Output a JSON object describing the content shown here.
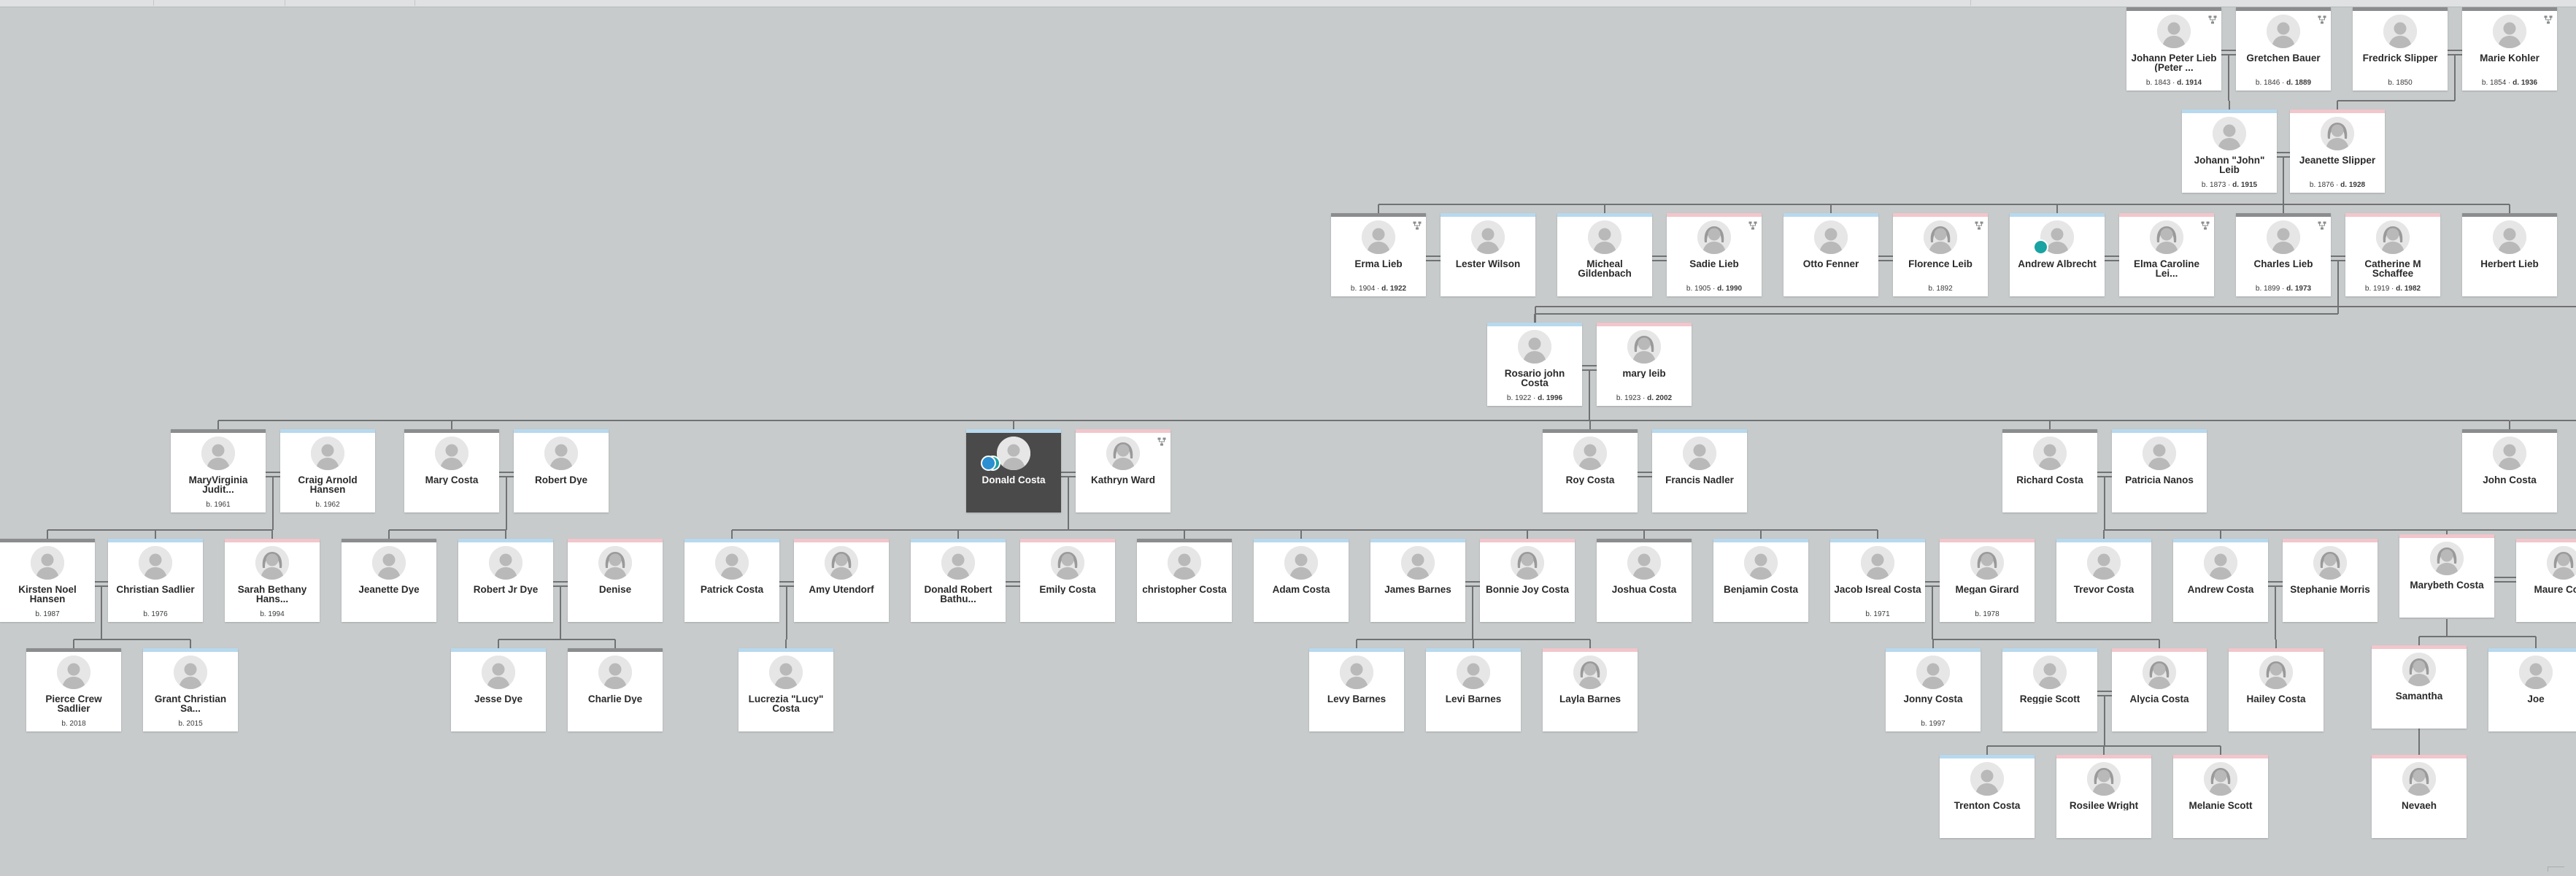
{
  "colors": {
    "background": "#c8cbcc",
    "male": "#b7d9ee",
    "female": "#f2c6cc",
    "unknown": "#8a8c8e",
    "line": "#707274",
    "selected": "#4a4a4a"
  },
  "icons": {
    "avatar": "person-silhouette-icon",
    "hint": "family-tree-hint-icon"
  },
  "people": {
    "johann_peter": {
      "name": "Johann Peter Lieb (Peter ...",
      "birth": "b. 1843",
      "death": "d. 1914"
    },
    "gretchen": {
      "name": "Gretchen Bauer",
      "birth": "b. 1846",
      "death": "d. 1889"
    },
    "fredrick": {
      "name": "Fredrick Slipper",
      "birth": "b. 1850"
    },
    "marie": {
      "name": "Marie Kohler",
      "birth": "b. 1854",
      "death": "d. 1936"
    },
    "johann_john": {
      "name": "Johann \"John\" Leib",
      "birth": "b. 1873",
      "death": "d. 1915"
    },
    "jeanette_s": {
      "name": "Jeanette Slipper",
      "birth": "b. 1876",
      "death": "d. 1928"
    },
    "erma": {
      "name": "Erma Lieb",
      "birth": "b. 1904",
      "death": "d. 1922"
    },
    "lester": {
      "name": "Lester Wilson"
    },
    "micheal": {
      "name": "Micheal Gildenbach"
    },
    "sadie": {
      "name": "Sadie Lieb",
      "birth": "b. 1905",
      "death": "d. 1990"
    },
    "otto": {
      "name": "Otto Fenner"
    },
    "florence": {
      "name": "Florence Leib",
      "birth": "b. 1892"
    },
    "andrew_a": {
      "name": "Andrew Albrecht"
    },
    "elma": {
      "name": "Elma Caroline Lei..."
    },
    "charles": {
      "name": "Charles Lieb",
      "birth": "b. 1899",
      "death": "d. 1973"
    },
    "catherine": {
      "name": "Catherine M Schaffee",
      "birth": "b. 1919",
      "death": "d. 1982"
    },
    "herbert": {
      "name": "Herbert Lieb"
    },
    "rosario": {
      "name": "Rosario john Costa",
      "birth": "b. 1922",
      "death": "d. 1996"
    },
    "mary_leib": {
      "name": "mary leib",
      "birth": "b. 1923",
      "death": "d. 2002"
    },
    "maryvirginia": {
      "name": "MaryVirginia Judit...",
      "birth": "b. 1961"
    },
    "craig": {
      "name": "Craig Arnold Hansen",
      "birth": "b. 1962"
    },
    "mary_c": {
      "name": "Mary Costa"
    },
    "robert_dye": {
      "name": "Robert Dye"
    },
    "donald": {
      "name": "Donald Costa"
    },
    "kathryn": {
      "name": "Kathryn Ward"
    },
    "roy": {
      "name": "Roy Costa"
    },
    "francis": {
      "name": "Francis Nadler"
    },
    "richard": {
      "name": "Richard Costa"
    },
    "patricia": {
      "name": "Patricia Nanos"
    },
    "john_c": {
      "name": "John Costa"
    },
    "kirsten": {
      "name": "Kirsten Noel Hansen",
      "birth": "b. 1987"
    },
    "christian": {
      "name": "Christian Sadlier",
      "birth": "b. 1976"
    },
    "sarah": {
      "name": "Sarah Bethany Hans...",
      "birth": "b. 1994"
    },
    "jeanette_d": {
      "name": "Jeanette Dye"
    },
    "robert_jr": {
      "name": "Robert Jr Dye"
    },
    "denise": {
      "name": "Denise"
    },
    "patrick": {
      "name": "Patrick Costa"
    },
    "amy": {
      "name": "Amy Utendorf"
    },
    "donald_rb": {
      "name": "Donald Robert Bathu..."
    },
    "emily": {
      "name": "Emily Costa"
    },
    "christopher": {
      "name": "christopher Costa"
    },
    "adam": {
      "name": "Adam Costa"
    },
    "james": {
      "name": "James Barnes"
    },
    "bonnie": {
      "name": "Bonnie Joy Costa"
    },
    "joshua": {
      "name": "Joshua Costa"
    },
    "benjamin": {
      "name": "Benjamin Costa"
    },
    "jacob": {
      "name": "Jacob Isreal Costa",
      "birth": "b. 1971"
    },
    "megan": {
      "name": "Megan Girard",
      "birth": "b. 1978"
    },
    "trevor": {
      "name": "Trevor Costa"
    },
    "andrew_c": {
      "name": "Andrew Costa"
    },
    "stephanie": {
      "name": "Stephanie Morris"
    },
    "marybeth": {
      "name": "Marybeth Costa"
    },
    "maure": {
      "name": "Maure Costa"
    },
    "pierce": {
      "name": "Pierce Crew Sadlier",
      "birth": "b. 2018"
    },
    "grant": {
      "name": "Grant Christian Sa...",
      "birth": "b. 2015"
    },
    "jesse": {
      "name": "Jesse Dye"
    },
    "charlie": {
      "name": "Charlie Dye"
    },
    "lucrezia": {
      "name": "Lucrezia \"Lucy\" Costa"
    },
    "levy": {
      "name": "Levy Barnes"
    },
    "levi": {
      "name": "Levi Barnes"
    },
    "layla": {
      "name": "Layla Barnes"
    },
    "jonny": {
      "name": "Jonny Costa",
      "birth": "b. 1997"
    },
    "reggie": {
      "name": "Reggie Scott"
    },
    "alycia": {
      "name": "Alycia Costa"
    },
    "hailey": {
      "name": "Hailey Costa"
    },
    "samantha": {
      "name": "Samantha"
    },
    "joe": {
      "name": "Joe"
    },
    "trenton": {
      "name": "Trenton Costa"
    },
    "rosilee": {
      "name": "Rosilee Wright"
    },
    "melanie": {
      "name": "Melanie Scott"
    },
    "nevaeh": {
      "name": "Nevaeh"
    }
  }
}
